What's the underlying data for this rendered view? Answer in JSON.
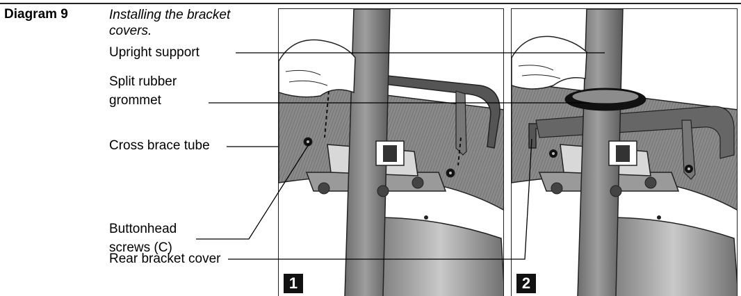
{
  "figure": {
    "id": "Diagram 9",
    "caption": "Installing the bracket covers."
  },
  "callouts": [
    {
      "name": "upright-support",
      "text": "Upright support"
    },
    {
      "name": "split-rubber-grommet",
      "text": "Split rubber grommet"
    },
    {
      "name": "cross-brace-tube",
      "text": "Cross brace tube"
    },
    {
      "name": "buttonhead-screws",
      "text": "Buttonhead screws (C)"
    },
    {
      "name": "rear-bracket-cover",
      "text": "Rear bracket cover"
    }
  ],
  "steps": [
    {
      "number": "1"
    },
    {
      "number": "2"
    }
  ]
}
